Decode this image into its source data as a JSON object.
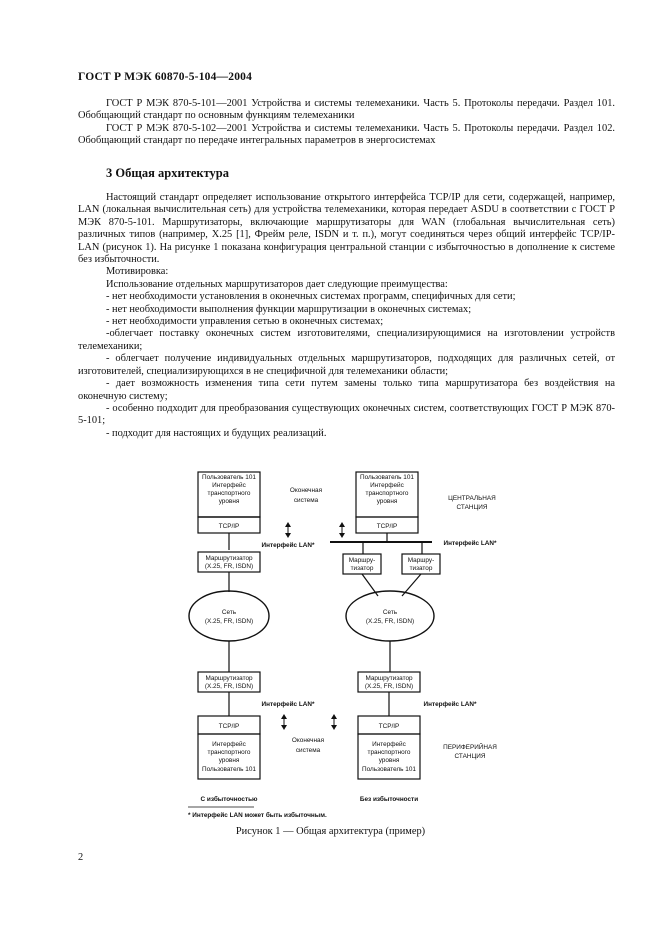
{
  "header": "ГОСТ Р МЭК 60870-5-104—2004",
  "references": [
    "ГОСТ Р МЭК 870-5-101—2001 Устройства и системы телемеханики. Часть 5. Протоколы передачи. Раздел 101. Обобщающий стандарт по основным функциям телемеханики",
    "ГОСТ Р МЭК 870-5-102—2001 Устройства и системы телемеханики. Часть 5. Протоколы передачи. Раздел 102. Обобщающий стандарт по передаче интегральных параметров в энергосистемах"
  ],
  "section": {
    "title": "3 Общая архитектура"
  },
  "body": {
    "intro": "Настоящий стандарт определяет использование открытого интерфейса TCP/IP для сети, содержащей, например, LAN (локальная вычислительная сеть) для устройства телемеханики, которая передает ASDU в соответствии с ГОСТ Р МЭК 870-5-101. Маршрутизаторы, включающие маршрутизаторы для WAN (глобальная вычислительная сеть) различных типов (например, X.25 [1], Фрейм реле, ISDN и т. п.), могут соединяться через общий интерфейс TCP/IP-LAN (рисунок 1). На рисунке 1 показана конфигурация центральной станции с избыточностью в дополнение к системе без избыточности.",
    "motivation": "Мотивировка:",
    "advantages_intro": "Использование отдельных маршрутизаторов дает следующие преимущества:",
    "items": [
      "- нет необходимости установления в оконечных системах программ, специфичных для сети;",
      "- нет необходимости выполнения функции маршрутизации в оконечных системах;",
      "- нет необходимости управления сетью в оконечных системах;",
      "-облегчает поставку оконечных систем изготовителями, специализирующимися на изготовлении устройств телемеханики;",
      "- облегчает получение индивидуальных отдельных маршрутизаторов, подходящих для различных сетей, от изготовителей, специализирующихся в не специфичной для телемеханики области;",
      "- дает возможность изменения типа сети путем замены только типа маршрутизатора без воздействия на оконечную систему;",
      "- особенно подходит для преобразования существующих оконечных систем, соответствующих ГОСТ Р МЭК 870-5-101;",
      "- подходит для настоящих и будущих реализаций."
    ]
  },
  "figure": {
    "user_block": "Пользователь 101",
    "interface_block_1": "Интерфейс",
    "interface_block_2": "транспортного",
    "interface_block_3": "уровня",
    "tcpip": "TCP/IP",
    "end_system_1": "Оконечная",
    "end_system_2": "система",
    "end_system_3": "Оконечная",
    "end_system_4": "система",
    "central_1": "ЦЕНТРАЛЬНАЯ",
    "central_2": "СТАНЦИЯ",
    "peripheral_1": "ПЕРИФЕРИЙНАЯ",
    "peripheral_2": "СТАНЦИЯ",
    "lan_left": "Интерфейс LAN*",
    "lan_right": "Интерфейс LAN*",
    "lan_bottom_left": "Интерфейс LAN*",
    "lan_bottom_right": "Интерфейс LAN*",
    "router_1": "Маршрутизатор",
    "router_2": "(X.25, FR, ISDN)",
    "router_small_1": "Маршру-",
    "router_small_2": "тизатор",
    "net_1": "Сеть",
    "net_2": "(X.25, FR, ISDN)",
    "with_redundancy": "С избыточностью",
    "without_redundancy": "Без избыточности",
    "footnote": "* Интерфейс LAN может быть избыточным.",
    "caption": "Рисунок 1 — Общая архитектура (пример)"
  },
  "page_number": "2"
}
